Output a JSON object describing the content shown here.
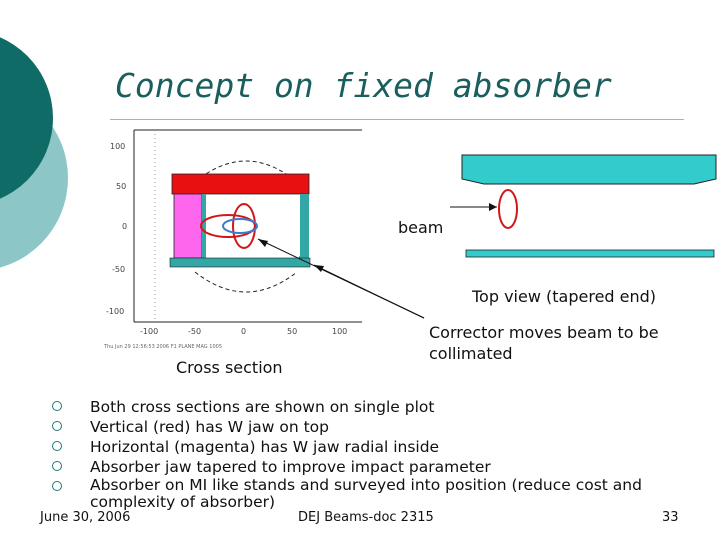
{
  "slide": {
    "title": "Concept on fixed absorber",
    "accent_colors": {
      "dark_teal": "#0f6b66",
      "light_teal": "#8cc6c6",
      "jaw_red": "#e81010",
      "jaw_magenta": "#ff66ee",
      "beam_blue": "#3a7ad0",
      "bar_teal": "#33a6a6",
      "absorber_cyan": "#33cccc"
    }
  },
  "figure": {
    "plot_tick_labels": [
      "100",
      "50",
      "0",
      "-50",
      "-100",
      "-100",
      "-50",
      "0",
      "50",
      "100"
    ],
    "plot_footer": "Thu Jun 29 12:56:53 2006 F1 PLANE MAG 1005",
    "beam_label": "beam",
    "top_view_label": "Top view (tapered end)",
    "corrector_label_line1": "Corrector moves beam to be",
    "corrector_label_line2": "collimated",
    "cross_section_label": "Cross section"
  },
  "bullets": [
    {
      "text": "Both cross sections are shown on single plot"
    },
    {
      "text": "Vertical (red) has W jaw on top"
    },
    {
      "text": "Horizontal (magenta) has W jaw radial inside"
    },
    {
      "text": "Absorber jaw tapered to improve impact parameter"
    },
    {
      "text": "Absorber on MI like stands and surveyed into position (reduce cost and complexity of absorber)"
    }
  ],
  "footer": {
    "date": "June 30, 2006",
    "source": "DEJ Beams-doc 2315",
    "page_number": "33"
  }
}
